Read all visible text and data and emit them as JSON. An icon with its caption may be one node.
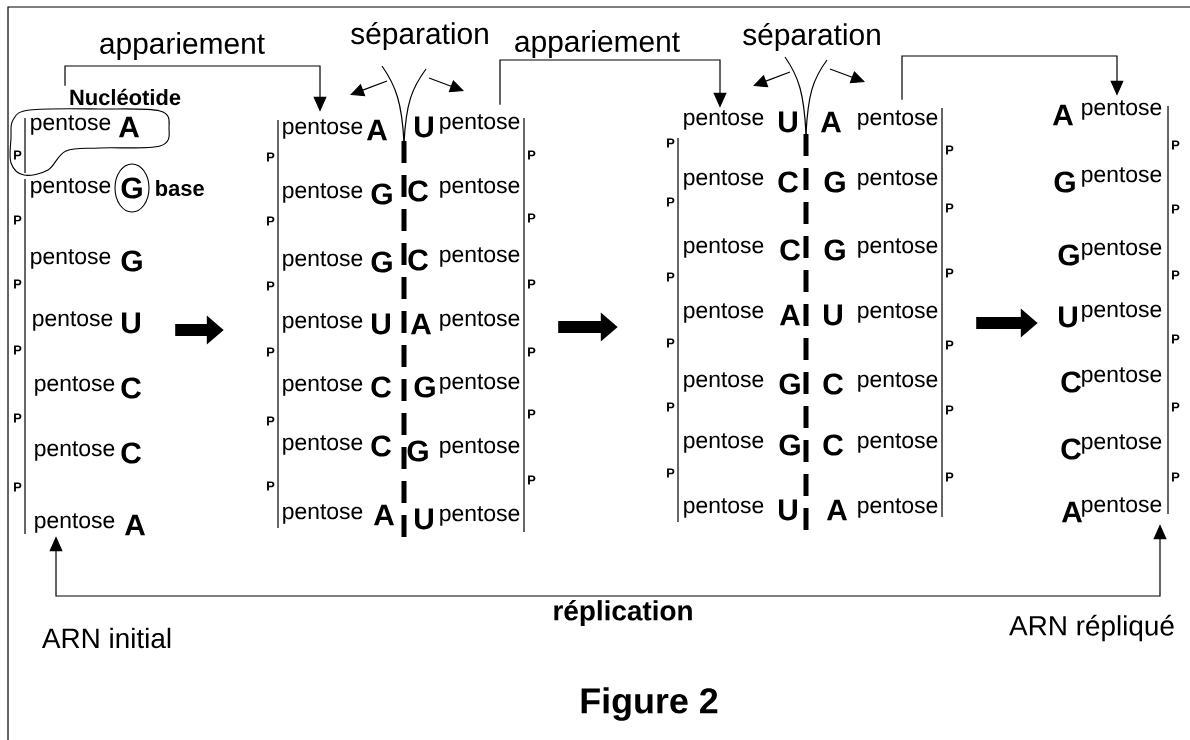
{
  "diagram": {
    "caption": "Figure 2",
    "nodes": [
      {
        "text": [
          "pentose",
          "P",
          "pentose",
          "G",
          "P",
          "pentose",
          "U",
          "P",
          "pentose",
          "C",
          "P",
          "pentose",
          "C",
          "P",
          "pentose",
          "A"
        ]
      },
      {
        "text": [
          "Nucléotide",
          "pentose",
          "A",
          "P"
        ]
      },
      {
        "text": [
          "G"
        ],
        "beside": [
          "base"
        ]
      },
      {
        "text": [
          "pentose",
          "A",
          "P",
          "pentose",
          "G",
          "P",
          "pentose",
          "G",
          "P",
          "pentose",
          "U",
          "P",
          "pentose",
          "C",
          "P",
          "pentose",
          "C",
          "P",
          "pentose",
          "A"
        ]
      },
      {
        "text": [
          "U",
          "pentose",
          "P",
          "C",
          "pentose",
          "P",
          "C",
          "pentose",
          "P",
          "A",
          "pentose",
          "P",
          "G",
          "pentose",
          "P",
          "G",
          "pentose",
          "P",
          "U",
          "pentose"
        ]
      },
      {
        "text": [
          "pentose",
          "U",
          "P",
          "pentose",
          "C",
          "P",
          "pentose",
          "C",
          "P",
          "pentose",
          "A",
          "P",
          "pentose",
          "G",
          "P",
          "pentose",
          "G",
          "P",
          "pentose",
          "U"
        ]
      },
      {
        "text": [
          "A",
          "pentose",
          "P",
          "G",
          "pentose",
          "P",
          "G",
          "pentose",
          "P",
          "U",
          "pentose",
          "P",
          "C",
          "pentose",
          "P",
          "C",
          "pentose",
          "P",
          "A",
          "pentose"
        ]
      },
      {
        "text": [
          "A",
          "pentose",
          "P",
          "G",
          "pentose",
          "P",
          "G",
          "pentose",
          "P",
          "U",
          "pentose",
          "P",
          "C",
          "pentose",
          "P",
          "C",
          "pentose",
          "P",
          "A",
          "pentose"
        ]
      }
    ],
    "edges": [
      {
        "from": 1,
        "to": 3,
        "arrow": "to",
        "label": "appariement"
      },
      {
        "from": 4,
        "to": 5,
        "arrow": "to",
        "label": "appariement"
      },
      {
        "from": 6,
        "to": 7,
        "arrow": "to"
      },
      {
        "from": 0,
        "to": 3,
        "arrow": "to",
        "style": "thick"
      },
      {
        "from": 4,
        "to": 5,
        "arrow": "to",
        "style": "thick"
      },
      {
        "from": 6,
        "to": 7,
        "arrow": "to",
        "style": "thick"
      },
      {
        "from": 0,
        "to": 7,
        "arrow": "both",
        "label": "réplication"
      }
    ],
    "labels": [
      "séparation",
      "séparation",
      "ARN initial",
      "ARN répliqué"
    ]
  }
}
